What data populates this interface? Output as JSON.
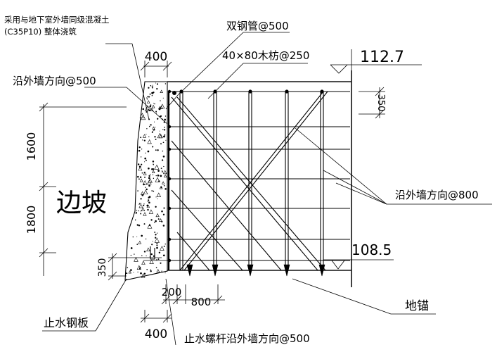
{
  "labels": {
    "concrete_note_line1": "采用与地下室外墙同级混凝土",
    "concrete_note_line2": "(C35P10) 整体浇筑",
    "double_steel_pipe": "双钢管@500",
    "wood_batten": "40×80木枋@250",
    "along_wall_500": "沿外墙方向@500",
    "along_wall_800": "沿外墙方向@800",
    "slope": "边坡",
    "ground_anchor": "地锚",
    "waterstop_plate": "止水钢板",
    "waterstop_bolt": "止水螺杆沿外墙方向@500"
  },
  "elevations": {
    "top": "112.7",
    "bottom": "108.5"
  },
  "dimensions": {
    "top_width": "400",
    "right_350": "350",
    "left_1600": "1600",
    "left_1800": "1800",
    "left_350": "350",
    "bottom_200": "200",
    "bottom_800": "800",
    "bottom_400": "400"
  }
}
